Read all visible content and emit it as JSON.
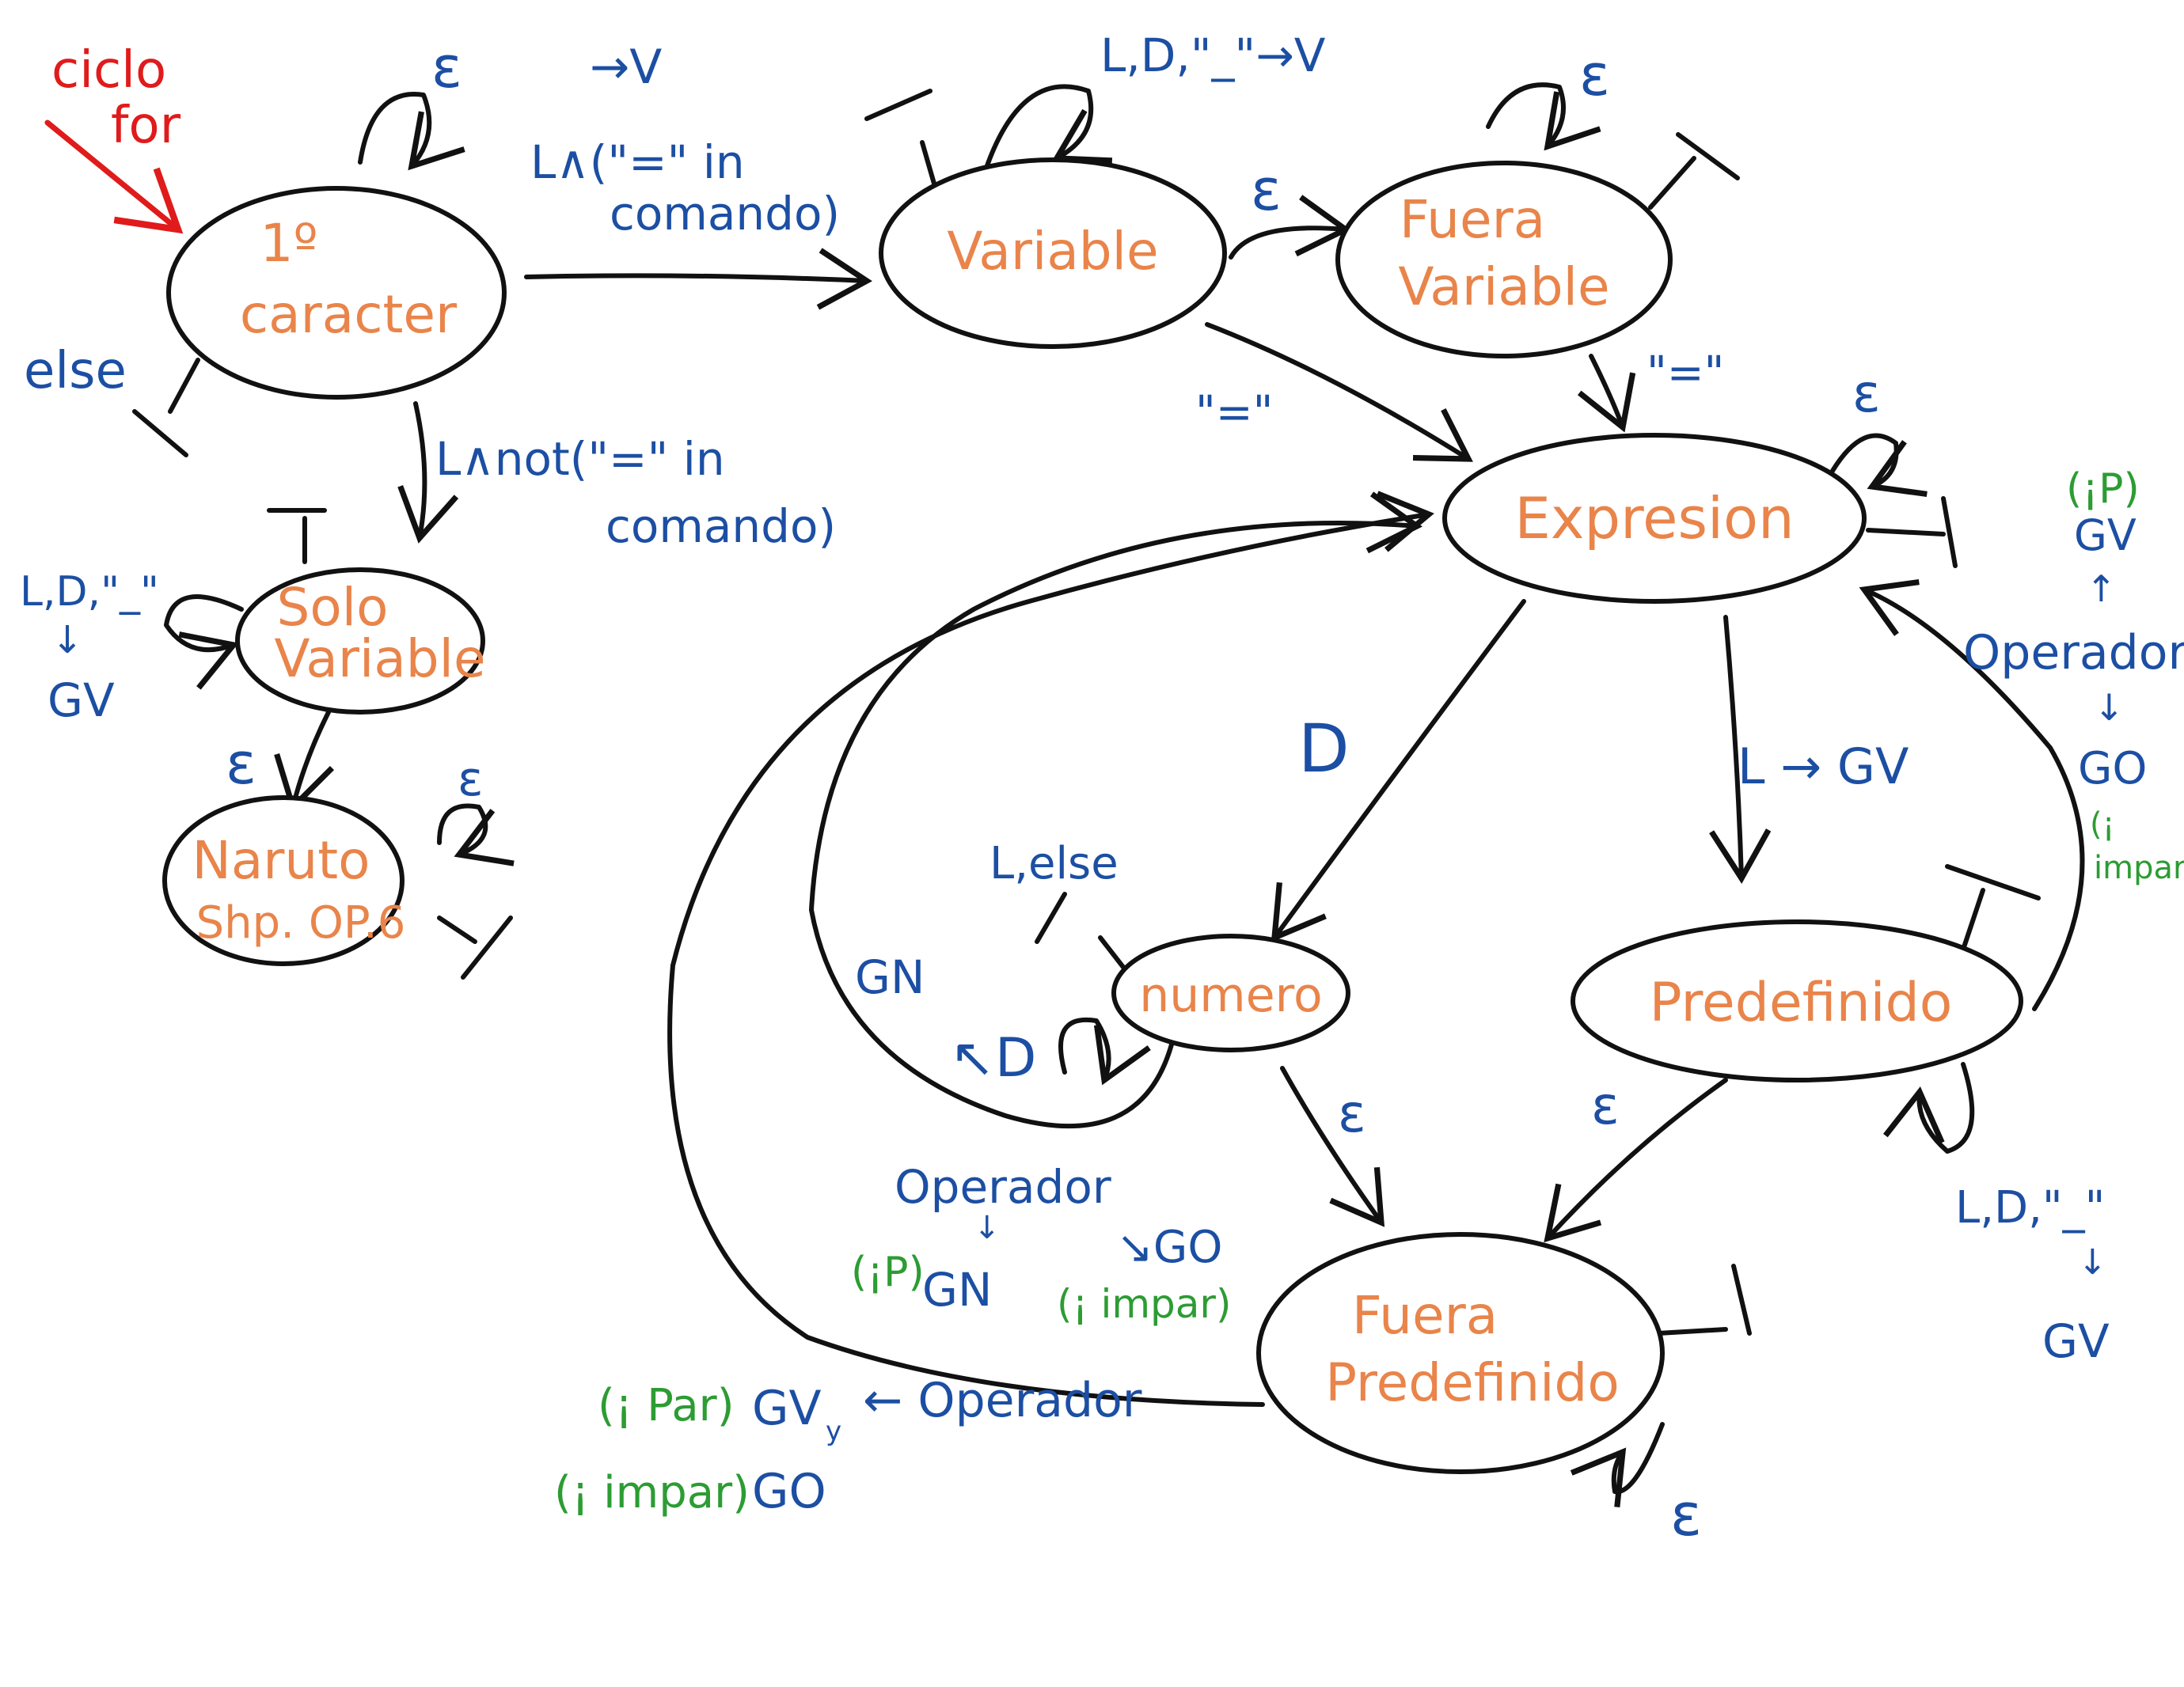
{
  "colors": {
    "node_text": "#e9844a",
    "label_blue": "#1c4fa3",
    "label_green": "#2c9c33",
    "start_red": "#e01b1b",
    "ink": "#111111"
  },
  "start_label": [
    "ciclo",
    "for"
  ],
  "nodes": {
    "primer": [
      "1º",
      "caracter"
    ],
    "variable": [
      "Variable"
    ],
    "fuera_variable": [
      "Fuera",
      "Variable"
    ],
    "solo_variable": [
      "Solo",
      "Variable"
    ],
    "naruto": [
      "Naruto",
      "Shp. OP.6"
    ],
    "expresion": [
      "Expresion"
    ],
    "numero": [
      "numero"
    ],
    "predefinido": [
      "Predefinido"
    ],
    "fuera_predefinido": [
      "Fuera",
      "Predefinido"
    ]
  },
  "labels": {
    "eps": "ε",
    "else": "else",
    "primer_to_var_arrow": "→V",
    "primer_to_var_cond": "L∧(\"=\" in",
    "primer_to_var_cond2": "comando)",
    "var_self": "L,D,\"_\"→V",
    "primer_to_solo_cond": "L∧not(\"=\" in",
    "primer_to_solo_cond2": "comando)",
    "solo_self": "L,D,\"_\"",
    "solo_self_arrow": "↓",
    "gv": "GV",
    "equals": "\"=\"",
    "d": "D",
    "l_gv": "L → GV",
    "jp": "(¡P)",
    "up_arrow": "↑",
    "operador": "Operador",
    "down_arrow": "↓",
    "go": "GO",
    "j_impar_1": "(¡",
    "j_impar_2": "impar)",
    "l_else": "L,else",
    "gn": "GN",
    "d_up": "↖D",
    "numero_out_go": "↘GO",
    "numero_out_gn": "GN",
    "numero_out_jp": "(¡P)",
    "numero_out_impar": "(¡ impar)",
    "fp_back_operador": "← Operador",
    "fp_back_par": "(¡ Par)",
    "fp_back_gv": "GV",
    "fp_back_gv_sub": "y",
    "fp_back_impar": "(¡ impar)",
    "fp_back_go": "GO",
    "pred_self": "L,D,\"_\""
  }
}
